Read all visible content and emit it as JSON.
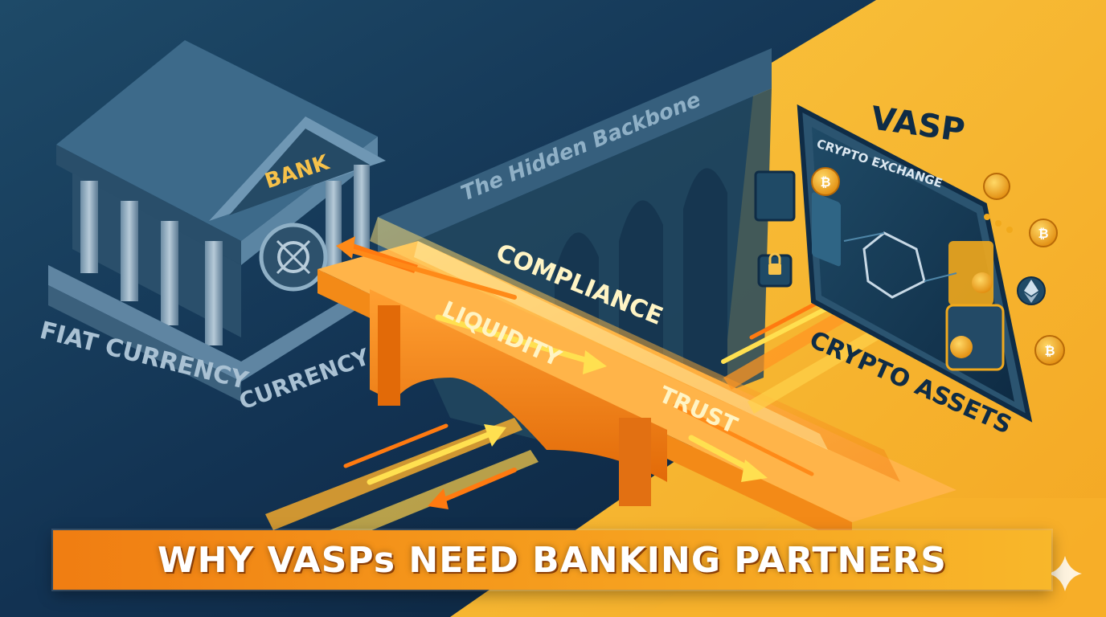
{
  "labels": {
    "bank": "BANK",
    "fiat_currency": "FIAT CURRENCY",
    "currency": "CURRENCY",
    "hidden_backbone": "The Hidden Backbone",
    "compliance": "COMPLIANCE",
    "liquidity": "LIQUIDITY",
    "trust": "TRUST",
    "vasp": "VASP",
    "crypto_exchange": "CRYPTO EXCHANGE",
    "crypto_assets": "CRYPTO ASSETS"
  },
  "banner": {
    "title": "WHY VASPs NEED BANKING PARTNERS"
  },
  "colors": {
    "navy": "#0f2c46",
    "teal": "#2a5a78",
    "orange": "#f07d12",
    "yellow": "#f8bf32",
    "gold": "#f5a623"
  },
  "icons": [
    "bank-building-icon",
    "vault-icon",
    "lock-icon",
    "bitcoin-icon",
    "ethereum-icon",
    "wallet-icon",
    "sparkle-icon"
  ]
}
